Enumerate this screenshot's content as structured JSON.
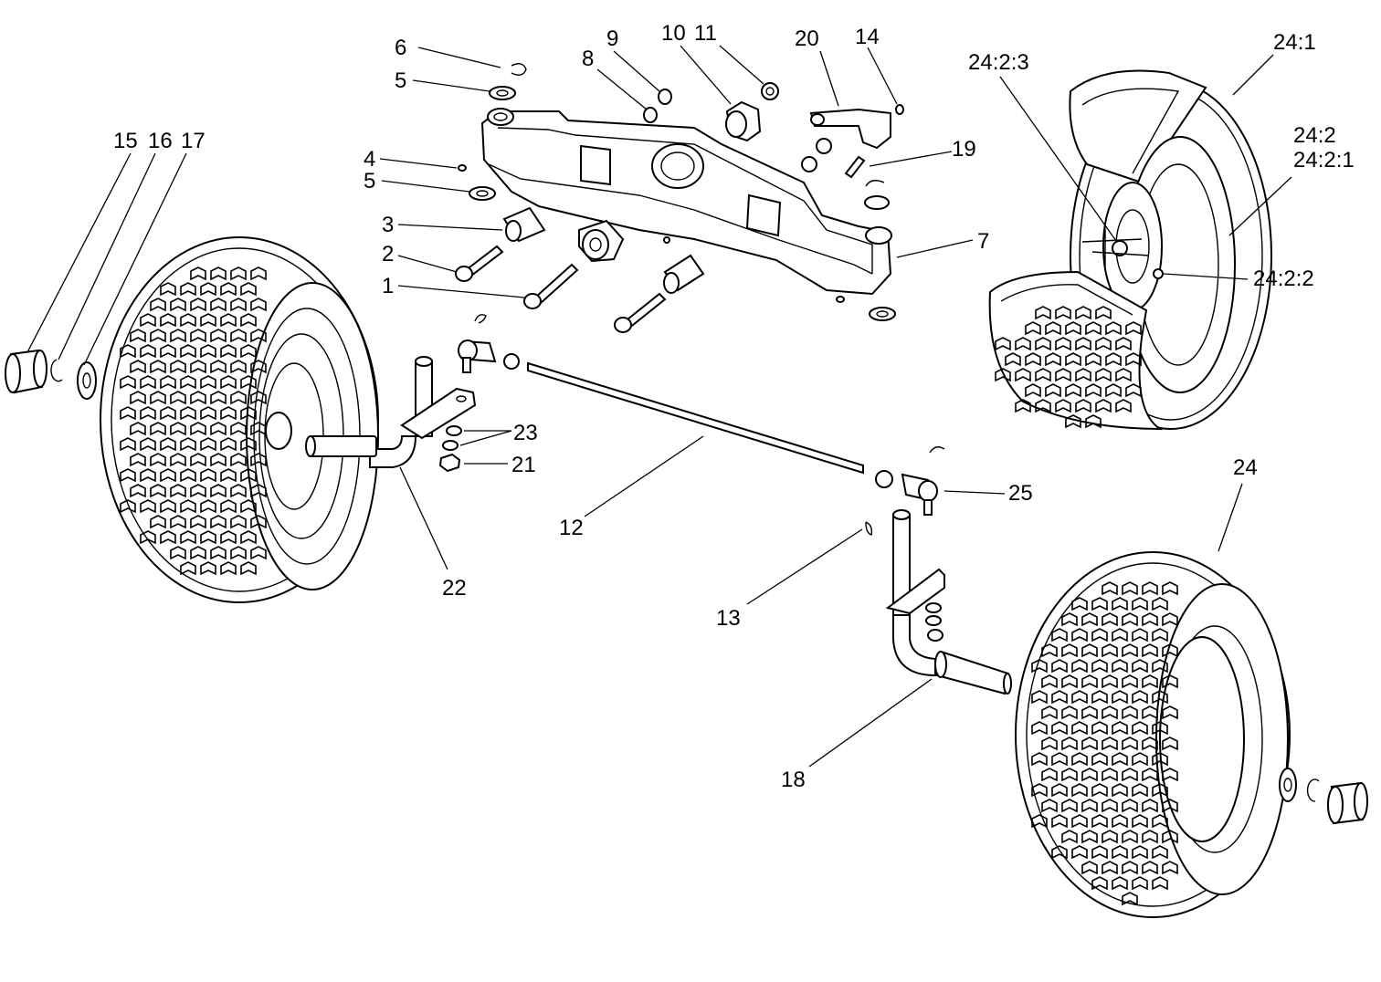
{
  "diagram": {
    "labels": [
      {
        "id": "p1",
        "text": "1"
      },
      {
        "id": "p2",
        "text": "2"
      },
      {
        "id": "p3",
        "text": "3"
      },
      {
        "id": "p4",
        "text": "4"
      },
      {
        "id": "p5a",
        "text": "5"
      },
      {
        "id": "p5b",
        "text": "5"
      },
      {
        "id": "p6",
        "text": "6"
      },
      {
        "id": "p7",
        "text": "7"
      },
      {
        "id": "p8",
        "text": "8"
      },
      {
        "id": "p9",
        "text": "9"
      },
      {
        "id": "p10",
        "text": "10"
      },
      {
        "id": "p11",
        "text": "11"
      },
      {
        "id": "p12",
        "text": "12"
      },
      {
        "id": "p13",
        "text": "13"
      },
      {
        "id": "p14",
        "text": "14"
      },
      {
        "id": "p15",
        "text": "15"
      },
      {
        "id": "p16",
        "text": "16"
      },
      {
        "id": "p17",
        "text": "17"
      },
      {
        "id": "p18",
        "text": "18"
      },
      {
        "id": "p19",
        "text": "19"
      },
      {
        "id": "p20",
        "text": "20"
      },
      {
        "id": "p21",
        "text": "21"
      },
      {
        "id": "p22",
        "text": "22"
      },
      {
        "id": "p23",
        "text": "23"
      },
      {
        "id": "p24",
        "text": "24"
      },
      {
        "id": "p25",
        "text": "25"
      },
      {
        "id": "p24_1",
        "text": "24:1"
      },
      {
        "id": "p24_2",
        "text": "24:2"
      },
      {
        "id": "p24_2_1",
        "text": "24:2:1"
      },
      {
        "id": "p24_2_2",
        "text": "24:2:2"
      },
      {
        "id": "p24_2_3",
        "text": "24:2:3"
      }
    ]
  }
}
